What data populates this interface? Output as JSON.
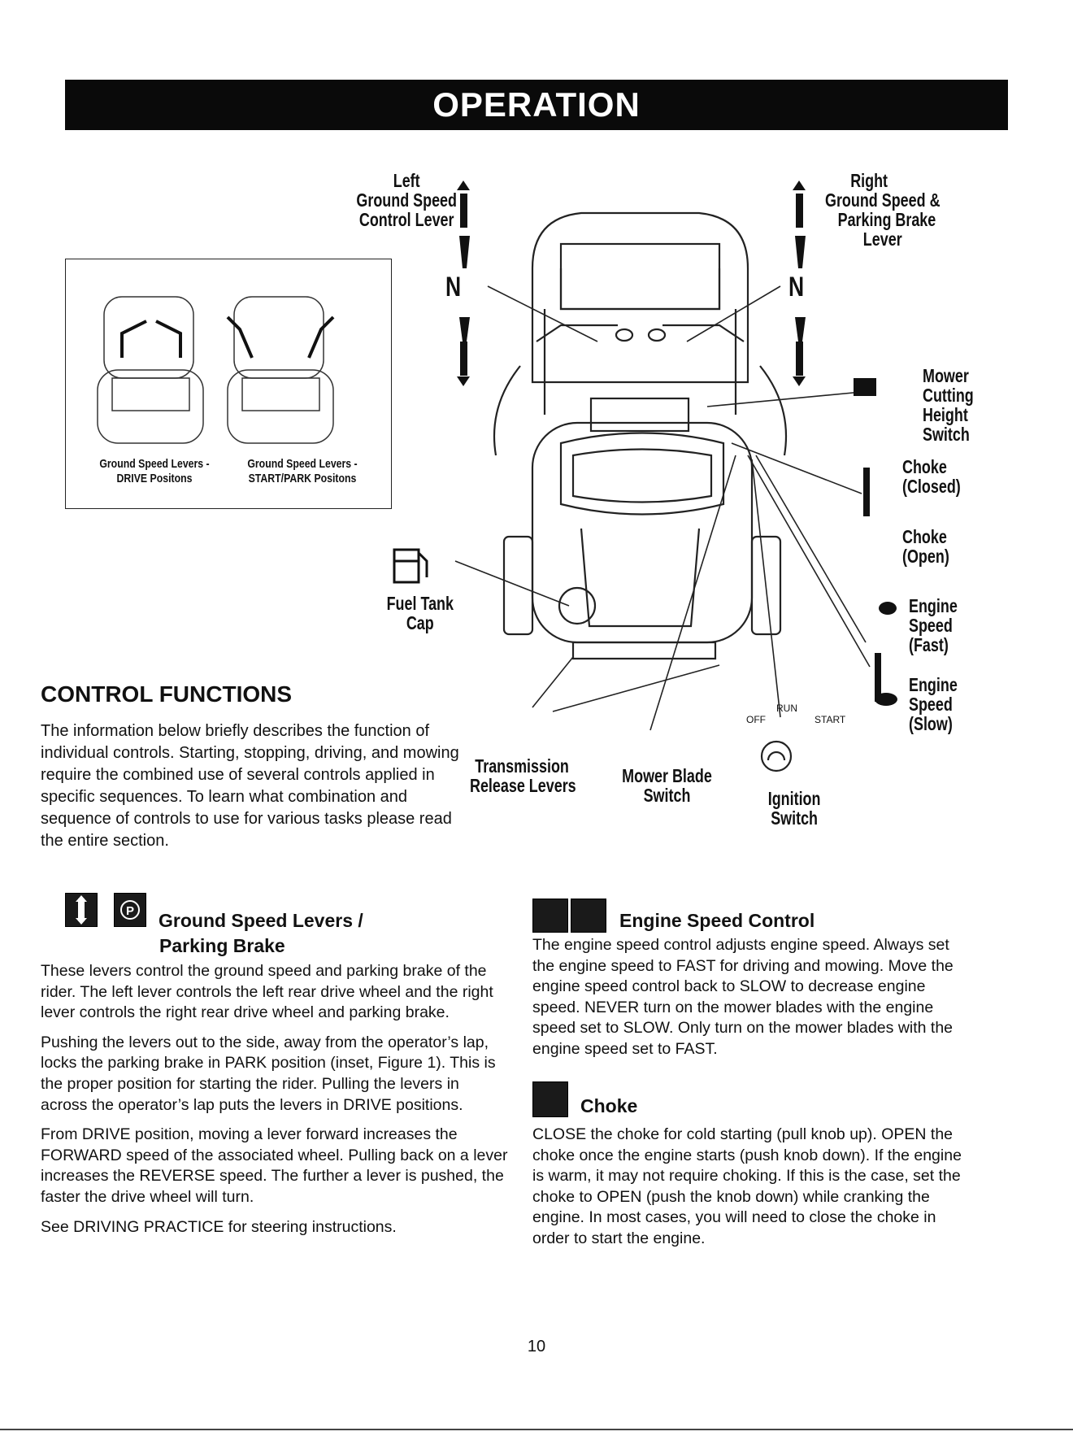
{
  "header": {
    "title": "OPERATION"
  },
  "diagram": {
    "left_lever": [
      "Left",
      "Ground Speed",
      "Control Lever"
    ],
    "right_lever": [
      "Right",
      "Ground Speed &",
      "Parking Brake",
      "Lever"
    ],
    "neutral_left": "N",
    "neutral_right": "N",
    "mower_height": [
      "Mower",
      "Cutting",
      "Height",
      "Switch"
    ],
    "choke_closed": [
      "Choke",
      "(Closed)"
    ],
    "choke_open": [
      "Choke",
      "(Open)"
    ],
    "engine_fast": [
      "Engine",
      "Speed",
      "(Fast)"
    ],
    "engine_slow": [
      "Engine",
      "Speed",
      "(Slow)"
    ],
    "fuel_tank": [
      "Fuel Tank",
      "Cap"
    ],
    "transmission": [
      "Transmission",
      "Release Levers"
    ],
    "mower_blade": [
      "Mower Blade",
      "Switch"
    ],
    "ignition": [
      "Ignition",
      "Switch"
    ],
    "ignition_off": "OFF",
    "ignition_run": "RUN",
    "ignition_start": "START",
    "inset_drive": [
      "Ground Speed Levers -",
      "DRIVE Positons"
    ],
    "inset_start": [
      "Ground Speed Levers -",
      "START/PARK Positons"
    ]
  },
  "control_functions": {
    "heading": "CONTROL FUNCTIONS",
    "body": "The information below briefly describes the function of individual controls. Starting, stopping, driving, and mowing require the combined use of several controls applied in specific sequences. To learn what combination and sequence of controls to use for various tasks please read the entire section."
  },
  "ground_speed": {
    "title_line1": "Ground Speed Levers /",
    "title_line2": "Parking Brake",
    "paragraphs": [
      "These levers control the ground speed and parking brake of the rider. The left lever controls the left rear drive wheel and the right lever controls the right rear drive wheel and parking brake.",
      "Pushing the levers out to the side, away from the operator’s lap, locks the parking brake in PARK position (inset, Figure 1). This is the proper position for starting the rider. Pulling the levers in across the operator’s lap puts the levers in DRIVE positions.",
      "From DRIVE position, moving a lever forward increases the FORWARD speed of the associated wheel. Pulling back on a lever increases the REVERSE speed. The further a lever is pushed, the faster the drive wheel will turn.",
      "See DRIVING PRACTICE for steering instructions."
    ]
  },
  "engine_speed": {
    "title": "Engine Speed Control",
    "body": "The engine speed control adjusts engine speed. Always set the engine speed to FAST for driving and mowing. Move the engine speed control back to SLOW to decrease engine speed. NEVER turn on the mower blades with the engine speed set to SLOW. Only turn on the mower blades with the engine speed set to FAST."
  },
  "choke": {
    "title": "Choke",
    "body": "CLOSE the choke for cold starting (pull knob up). OPEN the choke once the engine starts (push knob down). If the engine is warm, it may not require choking. If this is the case, set the choke to OPEN (push the knob down) while cranking the engine. In most cases, you will need to close the choke in order to start the engine."
  },
  "page_number": "10"
}
